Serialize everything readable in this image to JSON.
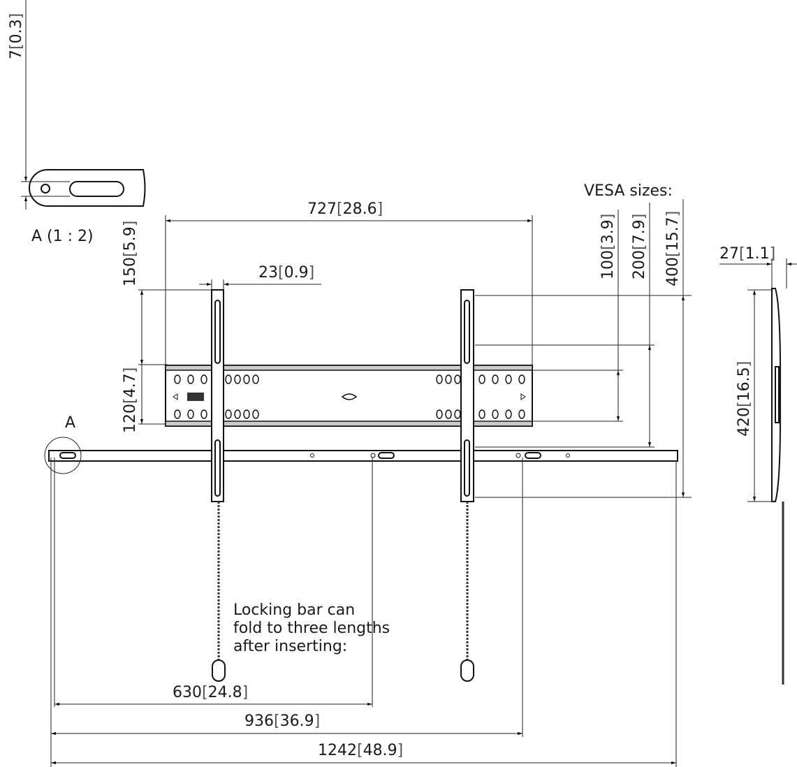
{
  "detail": {
    "label": "A",
    "scale_label": "A (1 : 2)"
  },
  "dims": [
    {
      "mm": "7",
      "in": "0.3"
    },
    {
      "mm": "727",
      "in": "28.6"
    },
    {
      "mm": "150",
      "in": "5.9"
    },
    {
      "mm": "23",
      "in": "0.9"
    },
    {
      "mm": "120",
      "in": "4.7"
    },
    {
      "mm": "100",
      "in": "3.9"
    },
    {
      "mm": "200",
      "in": "7.9"
    },
    {
      "mm": "400",
      "in": "15.7"
    },
    {
      "mm": "27",
      "in": "1.1"
    },
    {
      "mm": "420",
      "in": "16.5"
    },
    {
      "mm": "630",
      "in": "24.8"
    },
    {
      "mm": "936",
      "in": "36.9"
    },
    {
      "mm": "1242",
      "in": "48.9"
    }
  ],
  "vesa_label": "VESA sizes:",
  "note": {
    "line1": "Locking bar can",
    "line2": "fold to three lengths",
    "line3": "after inserting:"
  }
}
